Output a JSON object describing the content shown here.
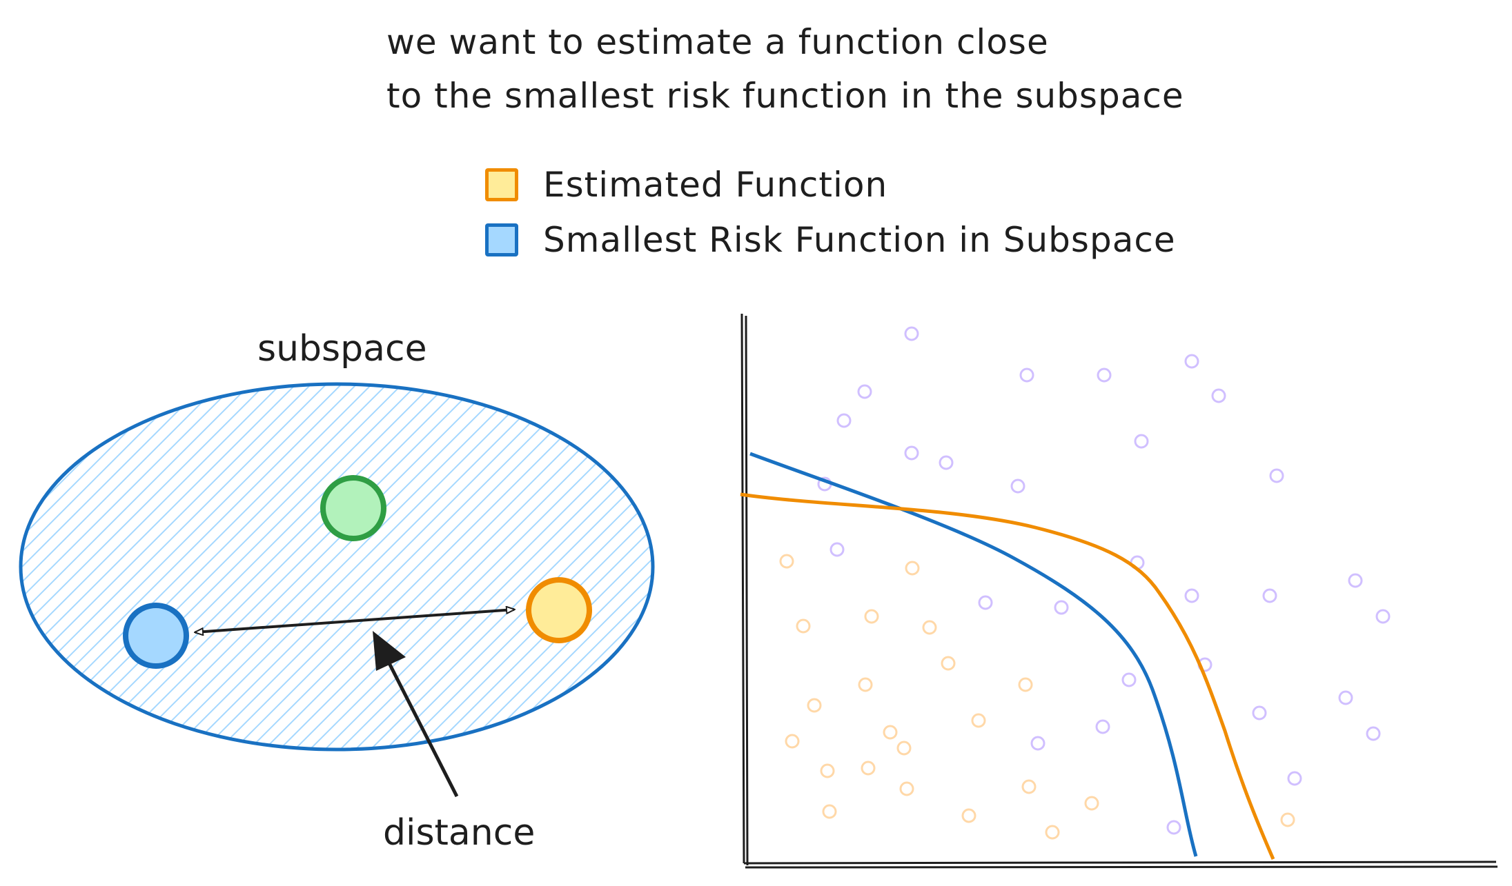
{
  "title": {
    "line1": "we want to estimate a function close",
    "line2": "to the smallest risk function in the subspace"
  },
  "legend": [
    {
      "label": "Estimated Function",
      "fill": "#ffec99",
      "stroke": "#f08c00"
    },
    {
      "label": "Smallest Risk Function in Subspace",
      "fill": "#a5d8ff",
      "stroke": "#1971c2"
    }
  ],
  "subspace_diagram": {
    "label": "subspace",
    "distance_label": "distance",
    "colors": {
      "ellipse_stroke": "#1971c2",
      "hatch": "#a5d8ff",
      "green_fill": "#b2f2bb",
      "green_stroke": "#2f9e44",
      "blue_fill": "#a5d8ff",
      "blue_stroke": "#1971c2",
      "orange_fill": "#ffec99",
      "orange_stroke": "#f08c00",
      "arrow": "#1e1e1e"
    }
  },
  "plot": {
    "colors": {
      "axis": "#1e1e1e",
      "estimated_curve": "#f08c00",
      "smallest_curve": "#1971c2",
      "purple_points": "#d0bfff",
      "orange_points": "#ffd8a8"
    }
  }
}
